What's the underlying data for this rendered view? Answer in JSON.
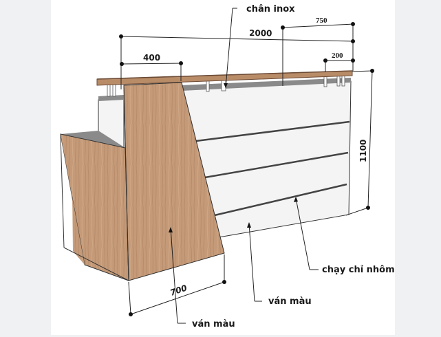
{
  "diagram": {
    "subject": "reception desk",
    "colors": {
      "background_side": "#f0f1f3",
      "canvas": "#ffffff",
      "wood": "#c49a78",
      "wood_dark": "#a97d5c",
      "countertop": "#b98c68",
      "countertop_edge": "#6b4a35",
      "white_panel": "#f4f4f4",
      "aluminium_groove": "#555555",
      "gray_top": "#8a8a8a",
      "line": "#1a1a1a"
    },
    "dimensions": {
      "total_length": "2000",
      "pedestal_width": "400",
      "top_overhang_section": "750",
      "top_offset": "200",
      "height": "1100",
      "depth": "700"
    },
    "labels": {
      "stainless_legs": "chân inox",
      "aluminium_trim": "chạy chỉ nhôm",
      "color_board_front": "ván màu",
      "color_board_side": "ván màu"
    }
  }
}
